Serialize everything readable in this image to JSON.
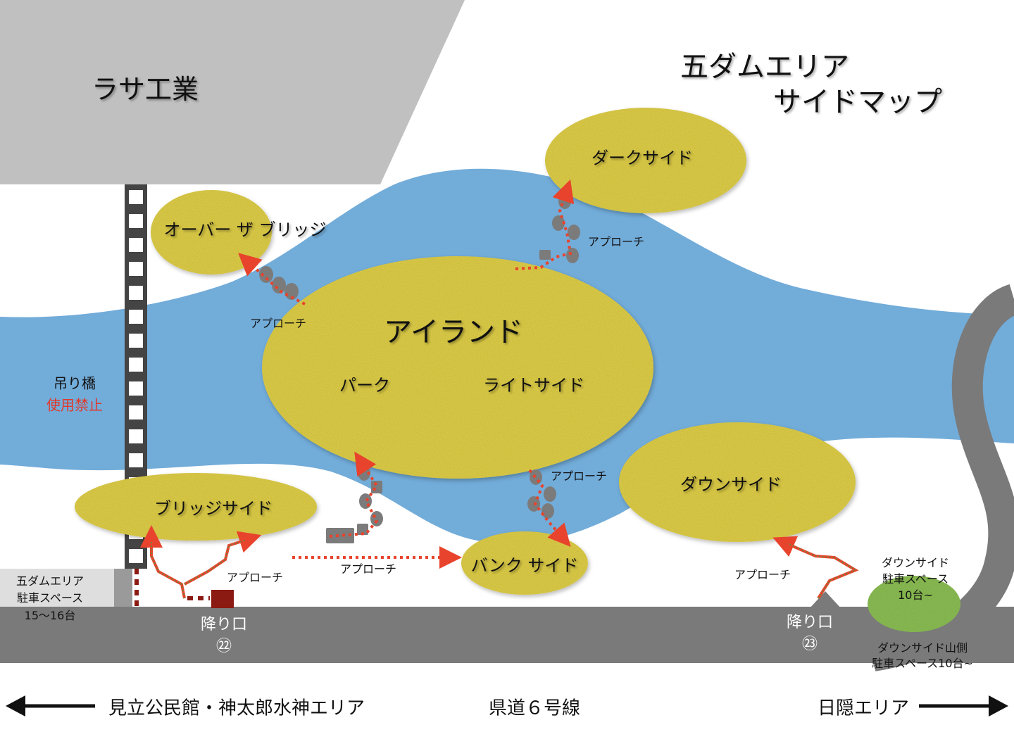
{
  "title": {
    "line1": "五ダムエリア",
    "line2": "サイドマップ"
  },
  "areas": {
    "factory": "ラサ工業",
    "over_the_bridge": "オーバー ザ ブリッジ",
    "island": "アイランド",
    "park": "パーク",
    "right_side": "ライトサイド",
    "dark_side": "ダークサイド",
    "down_side": "ダウンサイド",
    "bank_side": "バンク サイド",
    "bridge_side": "ブリッジサイド"
  },
  "bridge": {
    "label": "吊り橋",
    "warning": "使用禁止"
  },
  "approach_label": "アプローチ",
  "parking": {
    "left": {
      "line1": "五ダムエリア",
      "line2": "駐車スペース",
      "line3": "15〜16台"
    },
    "downside": {
      "line1": "ダウンサイド",
      "line2": "駐車スペース",
      "line3": "10台~"
    },
    "downside_mountain": {
      "line1": "ダウンサイド山側",
      "line2": "駐車スペース10台~"
    }
  },
  "exits": {
    "exit22": {
      "label": "降り口",
      "number": "㉒"
    },
    "exit23": {
      "label": "降り口",
      "number": "㉓"
    }
  },
  "bottom": {
    "left_direction": "見立公民館・神太郎水神エリア",
    "center_road": "県道６号線",
    "right_direction": "日隠エリア"
  },
  "colors": {
    "river": "#72acd9",
    "area_fill": "#e0cf4a",
    "road": "#7a7a7a",
    "factory": "#c0c0c0",
    "approach_arrow": "#e8432c",
    "warning": "#e0392b",
    "parking_green": "#8cbf55"
  }
}
